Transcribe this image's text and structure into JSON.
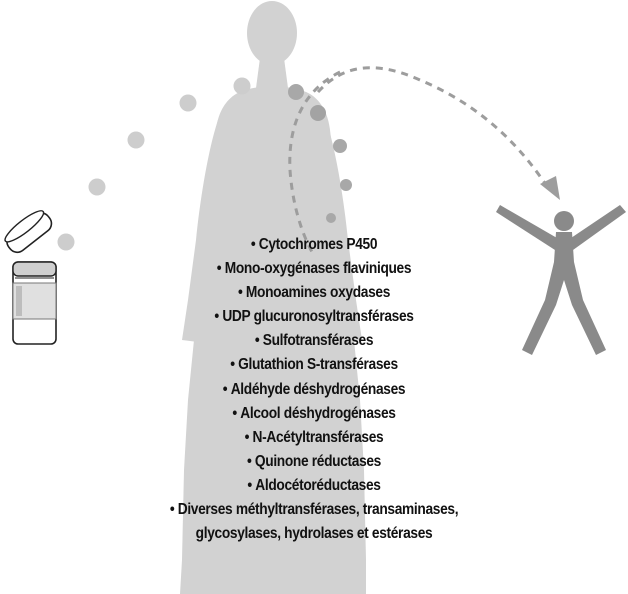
{
  "enzymes": [
    "Cytochromes P450",
    "Mono-oxygénases flaviniques",
    "Monoamines oxydases",
    "UDP glucuronosyltransférases",
    "Sulfotransférases",
    "Glutathion S-transférases",
    "Aldéhyde déshydrogénases",
    "Alcool déshydrogénases",
    "N-Acétyltransférases",
    "Quinone réductases",
    "Aldocétoréductases",
    "Diverses méthyltransférases, transaminases,",
    "glycosylases, hydrolases et estérases"
  ],
  "bullet": "•",
  "colors": {
    "body_silhouette": "#d2d2d2",
    "small_figure": "#8a8a8a",
    "dots_light": "#cdcdcd",
    "dots_dark": "#9d9d9d",
    "text": "#111111"
  },
  "icons": {
    "medicine_bottle": "pill-bottle-icon",
    "bottle_cap": "bottle-cap-icon",
    "human_body": "human-silhouette-icon",
    "small_person": "star-person-icon"
  }
}
